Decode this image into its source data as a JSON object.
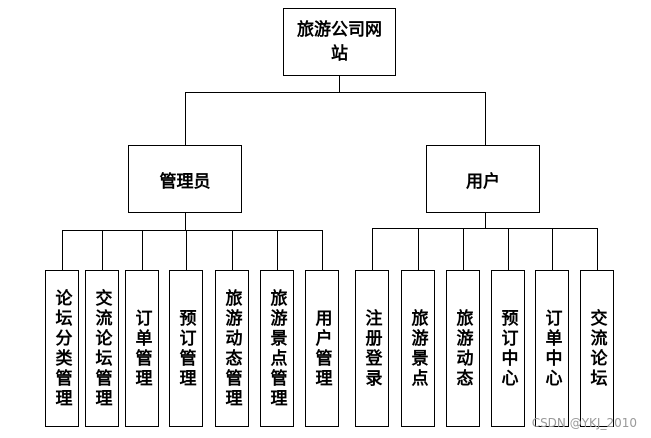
{
  "root": {
    "label": "旅游公司网站"
  },
  "branches": [
    {
      "label": "管理员",
      "children": [
        "论坛分类管理",
        "交流论坛管理",
        "订单管理",
        "预订管理",
        "旅游动态管理",
        "旅游景点管理",
        "用户管理"
      ]
    },
    {
      "label": "用户",
      "children": [
        "注册登录",
        "旅游景点",
        "旅游动态",
        "预订中心",
        "订单中心",
        "交流论坛"
      ]
    }
  ],
  "watermark": "CSDN @YKJ_2010"
}
